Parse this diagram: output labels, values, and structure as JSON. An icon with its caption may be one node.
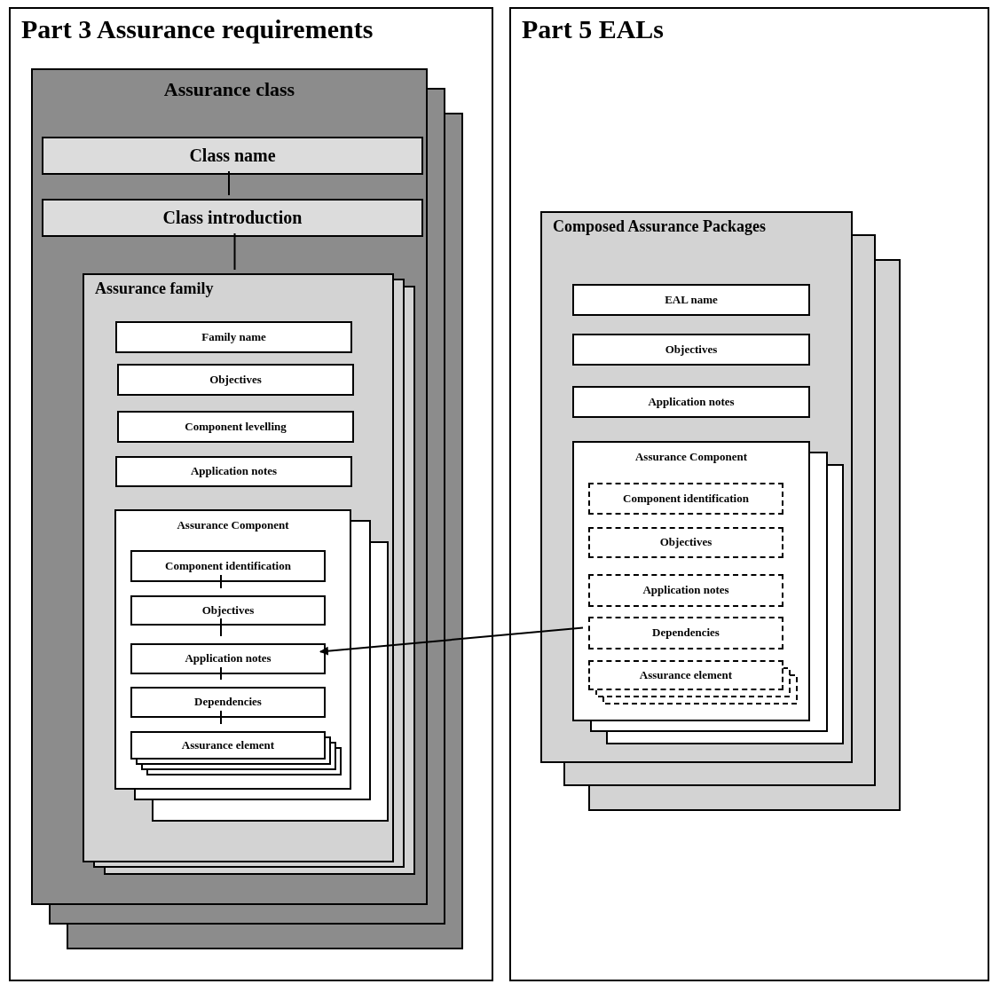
{
  "diagram": {
    "nodes": [
      {
        "text": [
          "Part 3 Assurance requirements"
        ]
      },
      {
        "text": [
          "Part 5 EALs"
        ]
      },
      {
        "text": [
          "Assurance class"
        ],
        "in": 0
      },
      {
        "text": [
          "Class name"
        ],
        "in": 2
      },
      {
        "text": [
          "Class introduction"
        ],
        "in": 2
      },
      {
        "text": [
          "Assurance family"
        ],
        "in": 2
      },
      {
        "text": [
          "Family name"
        ],
        "in": 5
      },
      {
        "text": [
          "Objectives"
        ],
        "in": 5
      },
      {
        "text": [
          "Component levelling"
        ],
        "in": 5
      },
      {
        "text": [
          "Application notes"
        ],
        "in": 5
      },
      {
        "text": [
          "Assurance Component"
        ],
        "in": 5
      },
      {
        "text": [
          "Component identification"
        ],
        "in": 10
      },
      {
        "text": [
          "Objectives"
        ],
        "in": 10
      },
      {
        "text": [
          "Application notes"
        ],
        "in": 10
      },
      {
        "text": [
          "Dependencies"
        ],
        "in": 10
      },
      {
        "text": [
          "Assurance element"
        ],
        "in": 10
      },
      {
        "text": [
          "Composed Assurance Packages"
        ],
        "in": 1
      },
      {
        "text": [
          "EAL name"
        ],
        "in": 16
      },
      {
        "text": [
          "Objectives"
        ],
        "in": 16
      },
      {
        "text": [
          "Application notes"
        ],
        "in": 16
      },
      {
        "text": [
          "Assurance Component"
        ],
        "in": 16
      },
      {
        "text": [
          "Component identification"
        ],
        "in": 20
      },
      {
        "text": [
          "Objectives"
        ],
        "in": 20
      },
      {
        "text": [
          "Application notes"
        ],
        "in": 20
      },
      {
        "text": [
          "Dependencies"
        ],
        "in": 20
      },
      {
        "text": [
          "Assurance element"
        ],
        "in": 20
      }
    ],
    "edges": [
      {
        "from": 3,
        "to": 4,
        "arrow": "none"
      },
      {
        "from": 4,
        "to": 5,
        "arrow": "none"
      },
      {
        "from": 11,
        "to": 12,
        "arrow": "none"
      },
      {
        "from": 12,
        "to": 13,
        "arrow": "none"
      },
      {
        "from": 13,
        "to": 14,
        "arrow": "none"
      },
      {
        "from": 14,
        "to": 15,
        "arrow": "none"
      },
      {
        "from": 24,
        "to": 13,
        "arrow": "to"
      }
    ]
  }
}
